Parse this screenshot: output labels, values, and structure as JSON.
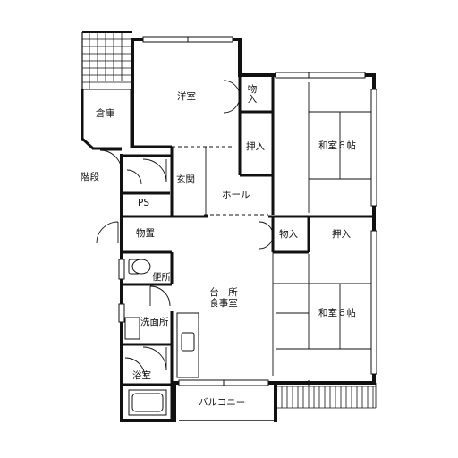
{
  "rooms": {
    "storage_shed": "倉庫",
    "stairs": "階段",
    "western_room": "洋室",
    "closet_top": "物\n入",
    "oshiire_left": "押入",
    "japanese_room_top": "和室６帖",
    "entrance": "玄関",
    "pipe_space": "PS",
    "hall": "ホール",
    "storage_room": "物置",
    "closet_mid": "物入",
    "oshiire_right": "押入",
    "toilet": "便所",
    "kitchen_line1": "台　所",
    "kitchen_line2": "食事室",
    "japanese_room_bottom": "和室６帖",
    "washroom": "洗面所",
    "bathroom": "浴室",
    "balcony": "バルコニー"
  }
}
